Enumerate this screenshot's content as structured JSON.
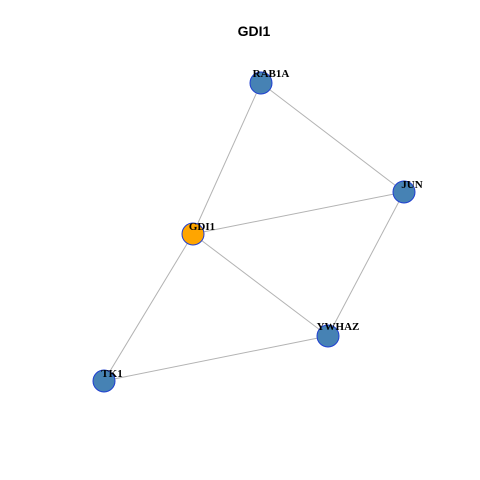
{
  "title": "GDI1",
  "colors": {
    "hub": "#ffa500",
    "node": "#4682b4",
    "node_border": "#1f3fd1",
    "edge": "#b3b3b3"
  },
  "nodes": [
    {
      "id": "RAB1A",
      "label": "RAB1A",
      "role": "neighbor"
    },
    {
      "id": "JUN",
      "label": "JUN",
      "role": "neighbor"
    },
    {
      "id": "GDI1",
      "label": "GDI1",
      "role": "hub"
    },
    {
      "id": "YWHAZ",
      "label": "YWHAZ",
      "role": "neighbor"
    },
    {
      "id": "TK1",
      "label": "TK1",
      "role": "neighbor"
    }
  ],
  "edges": [
    [
      "RAB1A",
      "JUN"
    ],
    [
      "RAB1A",
      "GDI1"
    ],
    [
      "GDI1",
      "JUN"
    ],
    [
      "JUN",
      "YWHAZ"
    ],
    [
      "GDI1",
      "YWHAZ"
    ],
    [
      "GDI1",
      "TK1"
    ],
    [
      "TK1",
      "YWHAZ"
    ]
  ]
}
